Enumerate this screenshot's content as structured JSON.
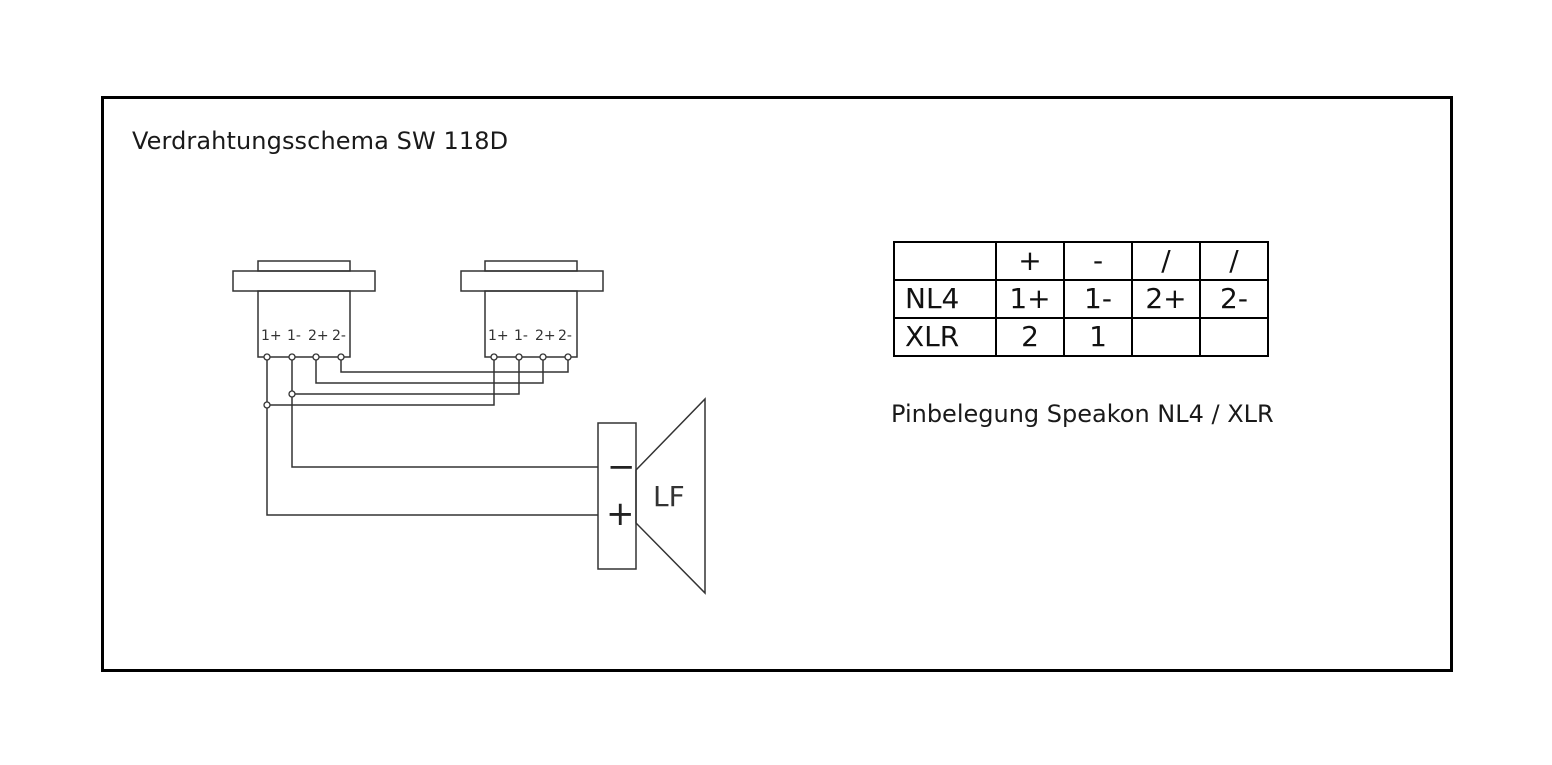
{
  "title": "Verdrahtungsschema SW 118D",
  "connectors": [
    {
      "pins": [
        "1+",
        "1-",
        "2+",
        "2-"
      ]
    },
    {
      "pins": [
        "1+",
        "1-",
        "2+",
        "2-"
      ]
    }
  ],
  "speaker": {
    "label": "LF",
    "minus": "−",
    "plus": "+"
  },
  "pin_table": {
    "header": [
      "",
      "+",
      "-",
      "/",
      "/"
    ],
    "rows": [
      {
        "name": "NL4",
        "cells": [
          "1+",
          "1-",
          "2+",
          "2-"
        ]
      },
      {
        "name": "XLR",
        "cells": [
          "2",
          "1",
          "",
          ""
        ]
      }
    ]
  },
  "caption": "Pinbelegung Speakon NL4 / XLR"
}
